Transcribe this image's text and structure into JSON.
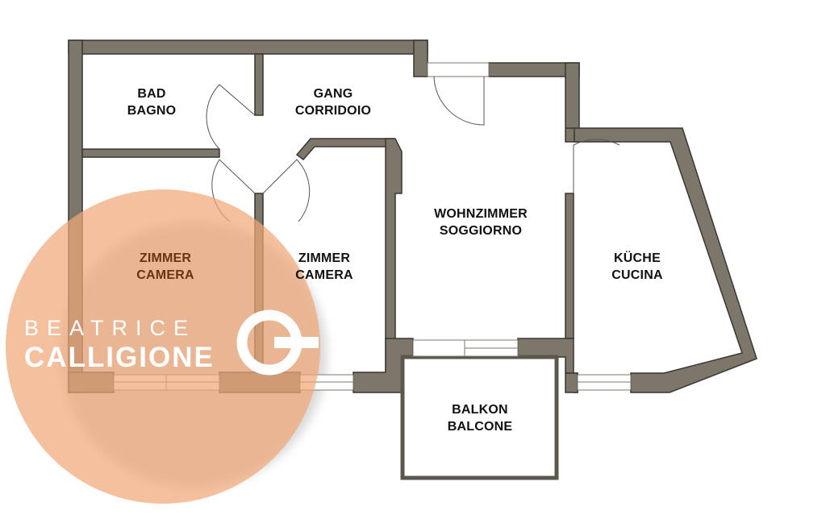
{
  "rooms": {
    "bad": {
      "line1": "BAD",
      "line2": "BAGNO"
    },
    "gang": {
      "line1": "GANG",
      "line2": "CORRIDOIO"
    },
    "wohnzimmer": {
      "line1": "WOHNZIMMER",
      "line2": "SOGGIORNO"
    },
    "zimmer_left": {
      "line1": "ZIMMER",
      "line2": "CAMERA"
    },
    "zimmer_right": {
      "line1": "ZIMMER",
      "line2": "CAMERA"
    },
    "kueche": {
      "line1": "KÜCHE",
      "line2": "CUCINA"
    },
    "balkon": {
      "line1": "BALKON",
      "line2": "BALCONE"
    }
  },
  "watermark": {
    "line1": "BEATRICE",
    "line2": "CALLIGIONE"
  },
  "colors": {
    "wall": "#7d776b",
    "wall_outline": "#3a3731",
    "watermark": "#f0a878",
    "room_text": "#111111"
  }
}
